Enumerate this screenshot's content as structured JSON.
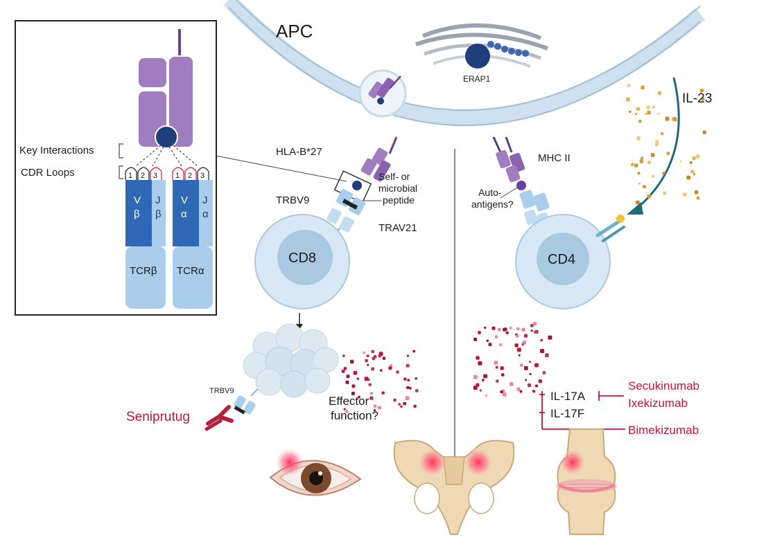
{
  "labels": {
    "apc": "APC",
    "erap1": "ERAP1",
    "hla_b27": "HLA-B*27",
    "mhc2": "MHC II",
    "il23": "IL-23",
    "peptide_line1": "Self- or",
    "peptide_line2": "microbial",
    "peptide_line3": "peptide",
    "trbv9": "TRBV9",
    "trav21": "TRAV21",
    "auto_line1": "Auto-",
    "auto_line2": "antigens?",
    "cd8": "CD8",
    "cd4": "CD4",
    "trbv9_small": "TRBV9",
    "seniprutug": "Seniprutug",
    "effector_line1": "Effector",
    "effector_line2": "function?",
    "il17a": "IL-17A",
    "il17f": "IL-17F",
    "secukinumab": "Secukinumab",
    "ixekizumab": "Ixekizumab",
    "bimekizumab": "Bimekizumab"
  },
  "inset": {
    "key_interactions": "Key Interactions",
    "cdr_loops": "CDR Loops",
    "loop_numbers": [
      "1",
      "2",
      "3",
      "1",
      "2",
      "3"
    ],
    "v_beta_top": "V",
    "v_beta_bottom": "β",
    "j_beta_top": "J",
    "j_beta_bottom": "β",
    "v_alpha_top": "V",
    "v_alpha_bottom": "α",
    "j_alpha_top": "J",
    "j_alpha_bottom": "α",
    "tcr_beta": "TCRβ",
    "tcr_alpha": "TCRα"
  },
  "colors": {
    "membrane": "#b9d4e6",
    "mhc_purple": "#a07cc0",
    "peptide_navy": "#1f3f7a",
    "tcr_dark_blue": "#2f68b4",
    "tcr_light_blue": "#a9cdea",
    "cell_outer": "#d7e7f3",
    "cell_inner": "#a9c9e0",
    "drug_red": "#c0143c"
  }
}
